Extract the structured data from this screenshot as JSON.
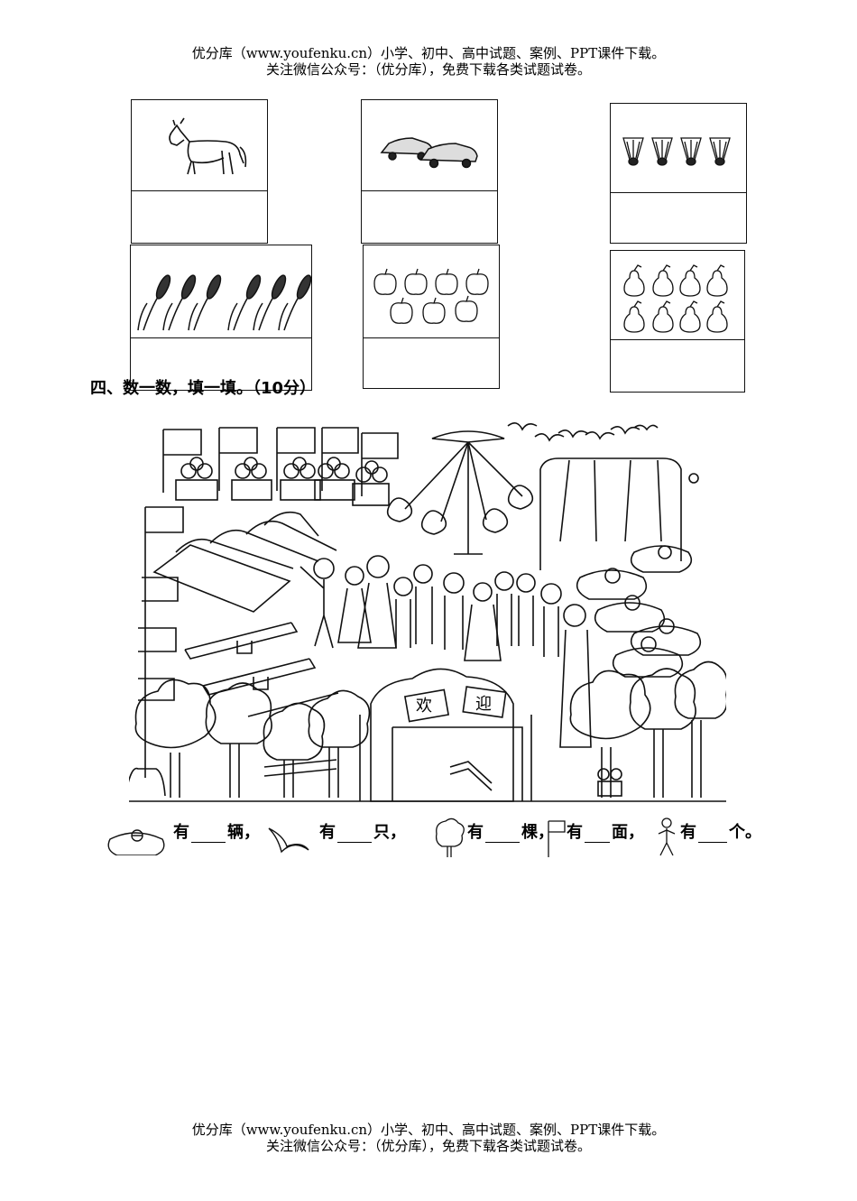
{
  "header": {
    "line1": "优分库（www.youfenku.cn）小学、初中、高中试题、案例、PPT课件下载。",
    "line2": "关注微信公众号：（优分库），免费下载各类试题试卷。"
  },
  "counting_boxes": [
    {
      "icon": "horse-icon",
      "count": 1
    },
    {
      "icon": "car-icon",
      "count": 2
    },
    {
      "icon": "shuttlecock-icon",
      "count": 4
    },
    {
      "icon": "wheat-icon",
      "count": 6
    },
    {
      "icon": "apple-icon",
      "count": 7
    },
    {
      "icon": "pear-icon",
      "count": 8
    }
  ],
  "section4": {
    "title": "四、数一数，填一填。（10分）"
  },
  "scene": {
    "sign_left": "欢",
    "sign_right": "迎"
  },
  "count_items": [
    {
      "icon": "bumper-car-icon",
      "text": "有",
      "unit": "辆，"
    },
    {
      "icon": "bird-icon",
      "text": "有",
      "unit": "只，"
    },
    {
      "icon": "tree-icon",
      "text": "有",
      "unit": "棵，"
    },
    {
      "icon": "flag-icon",
      "text": "有",
      "unit": "面，"
    },
    {
      "icon": "child-icon",
      "text": "有",
      "unit": "个。"
    }
  ],
  "footer": {
    "line1": "优分库（www.youfenku.cn）小学、初中、高中试题、案例、PPT课件下载。",
    "line2": "关注微信公众号：（优分库），免费下载各类试题试卷。"
  }
}
